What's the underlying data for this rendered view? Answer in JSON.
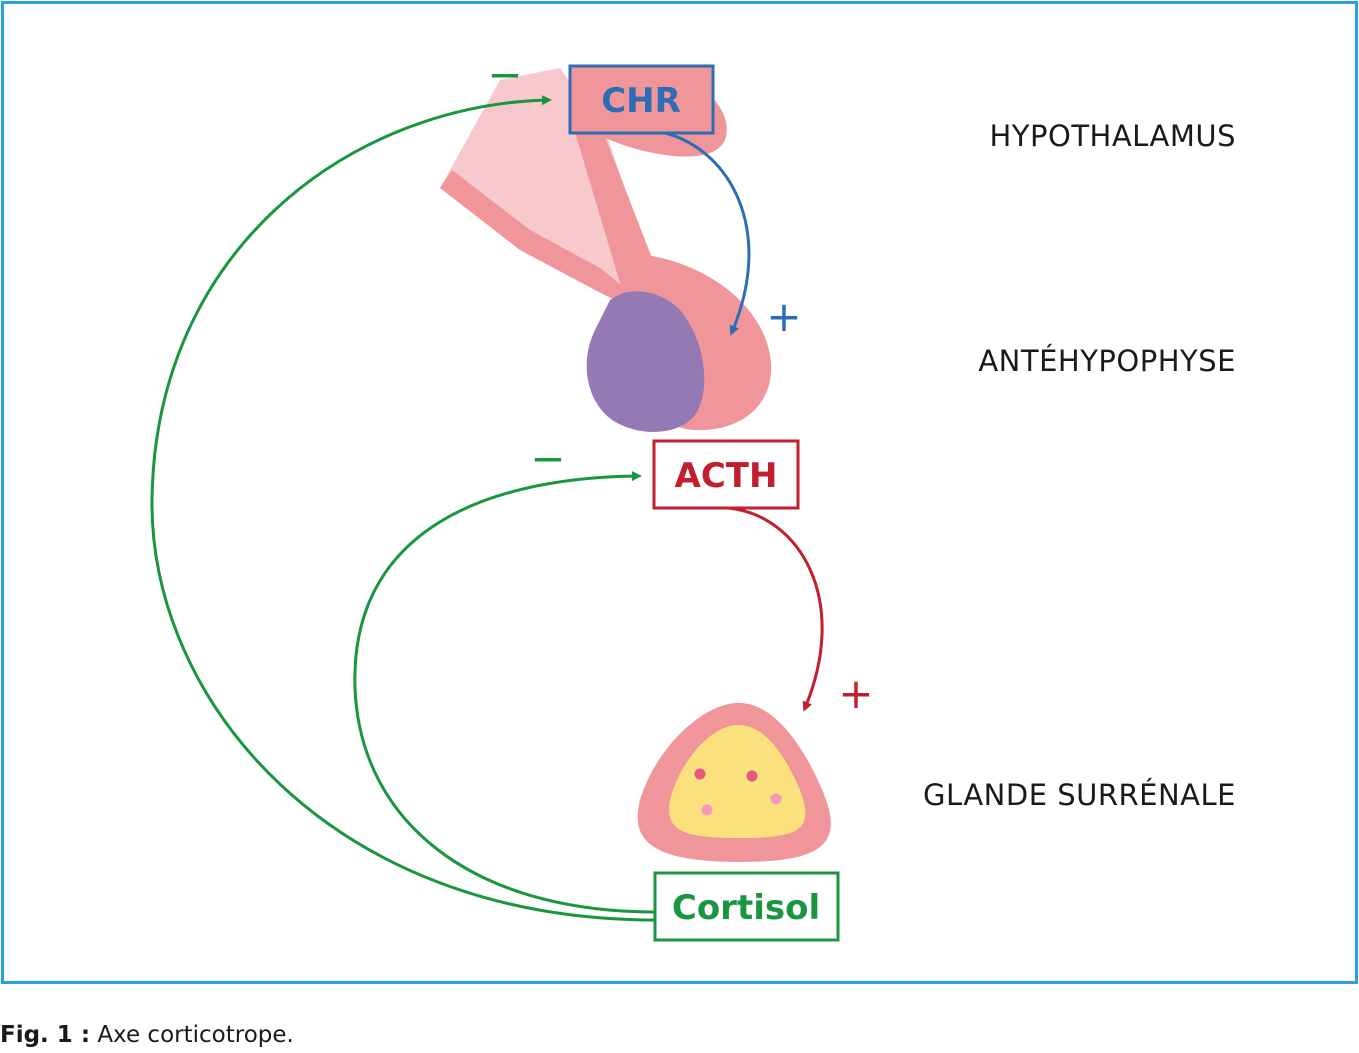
{
  "colors": {
    "frame": "#2aa0dc",
    "chr": "#2d6db5",
    "acth": "#c01f2e",
    "cortisol": "#1a9640",
    "gland_pink": "#f0959a",
    "gland_light": "#f7c9cc",
    "purple": "#9479b4",
    "yellow": "#fbe17e"
  },
  "labels": {
    "hypothalamus": "HYPOTHALAMUS",
    "antehypophyse": "ANTÉHYPOPHYSE",
    "surrenale": "GLANDE SURRÉNALE"
  },
  "boxes": {
    "chr": "CHR",
    "acth": "ACTH",
    "cortisol": "Cortisol"
  },
  "signs": {
    "minus_chr": "−",
    "plus_antehypophyse": "+",
    "minus_acth": "−",
    "plus_surrenale": "+"
  },
  "caption": {
    "prefix": "Fig. 1 :",
    "text": " Axe corticotrope."
  }
}
